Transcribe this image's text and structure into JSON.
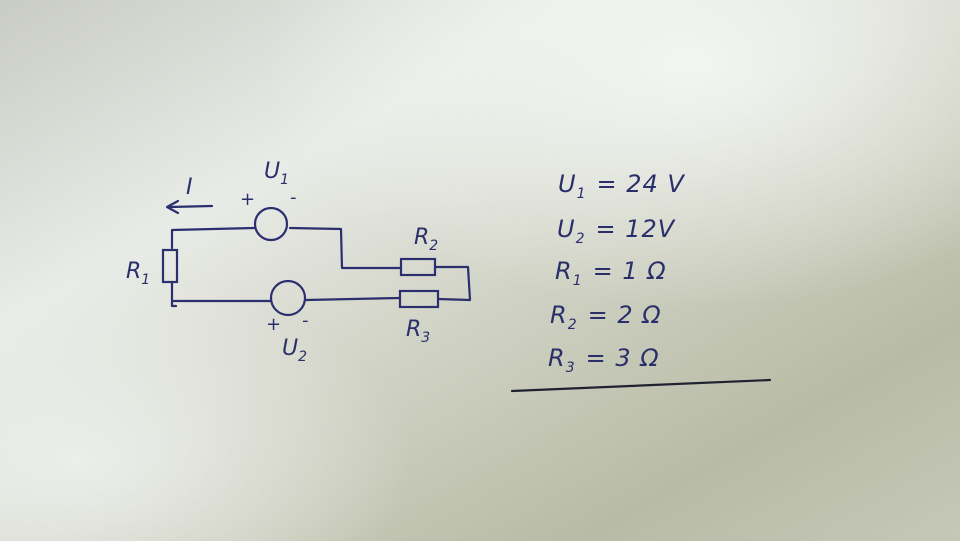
{
  "circuit": {
    "current_label": "I",
    "sources": [
      {
        "id": "U1",
        "label": "U",
        "sub": "1",
        "plus": "+",
        "minus": "-"
      },
      {
        "id": "U2",
        "label": "U",
        "sub": "2",
        "plus": "+",
        "minus": "-"
      }
    ],
    "resistors": [
      {
        "id": "R1",
        "label": "R",
        "sub": "1"
      },
      {
        "id": "R2",
        "label": "R",
        "sub": "2"
      },
      {
        "id": "R3",
        "label": "R",
        "sub": "3"
      }
    ]
  },
  "given": [
    {
      "sym": "U",
      "sub": "1",
      "value": "= 24 V"
    },
    {
      "sym": "U",
      "sub": "2",
      "value": "= 12V"
    },
    {
      "sym": "R",
      "sub": "1",
      "value": "= 1 Ω"
    },
    {
      "sym": "R",
      "sub": "2",
      "value": "= 2 Ω"
    },
    {
      "sym": "R",
      "sub": "3",
      "value": "= 3 Ω"
    }
  ],
  "colors": {
    "ink": "#2b2f6e",
    "paper_light": "#eef0ee",
    "paper_shadow": "#b9bca7"
  }
}
